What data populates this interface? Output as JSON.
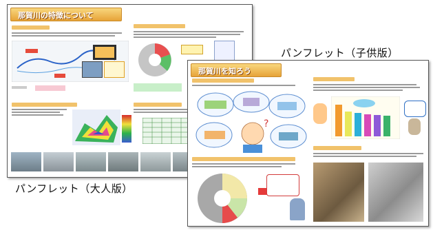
{
  "captions": {
    "kids_edition": "パンフレット（子供版）",
    "adult_edition": "パンフレット（大人版）"
  },
  "adult_pamphlet": {
    "title": "那賀川の特徴について"
  },
  "kids_pamphlet": {
    "title": "那賀川を知ろう"
  }
}
